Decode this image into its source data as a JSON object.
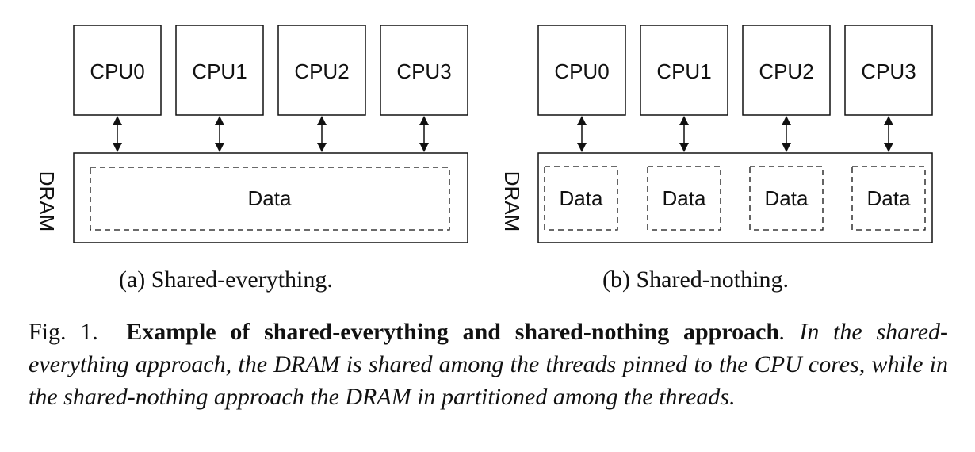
{
  "panels": [
    {
      "id": "a",
      "cpus": [
        "CPU0",
        "CPU1",
        "CPU2",
        "CPU3"
      ],
      "memory_label": "DRAM",
      "data_blocks": [
        "Data"
      ],
      "caption": "(a) Shared-everything."
    },
    {
      "id": "b",
      "cpus": [
        "CPU0",
        "CPU1",
        "CPU2",
        "CPU3"
      ],
      "memory_label": "DRAM",
      "data_blocks": [
        "Data",
        "Data",
        "Data",
        "Data"
      ],
      "caption": "(b) Shared-nothing."
    }
  ],
  "figure_caption": {
    "label": "Fig. 1.",
    "title": "Example of shared-everything and shared-nothing approach",
    "separator": ".",
    "body": "In the shared-everything approach, the DRAM is shared among the threads pinned to the CPU cores, while in the shared-nothing approach the DRAM in partitioned among the threads."
  }
}
